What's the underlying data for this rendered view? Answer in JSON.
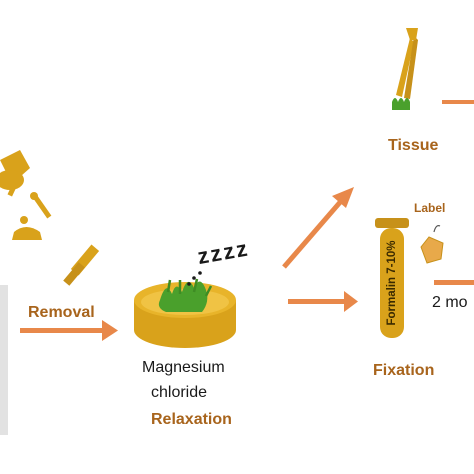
{
  "labels": {
    "tissue": "Tissue",
    "label": "Label",
    "removal": "Removal",
    "magnesium_line1": "Magnesium",
    "magnesium_line2": "chloride",
    "relaxation": "Relaxation",
    "fixation": "Fixation",
    "formalin": "Formalin 7-10%",
    "two_months": "2 mo",
    "zzz": "zzzz"
  },
  "colors": {
    "gold": "#d9a21b",
    "gold_dark": "#b8860b",
    "arrow": "#e8884a",
    "label_brown": "#a8641c",
    "green": "#4aa02c",
    "gray_bar": "#dcdcdc"
  }
}
